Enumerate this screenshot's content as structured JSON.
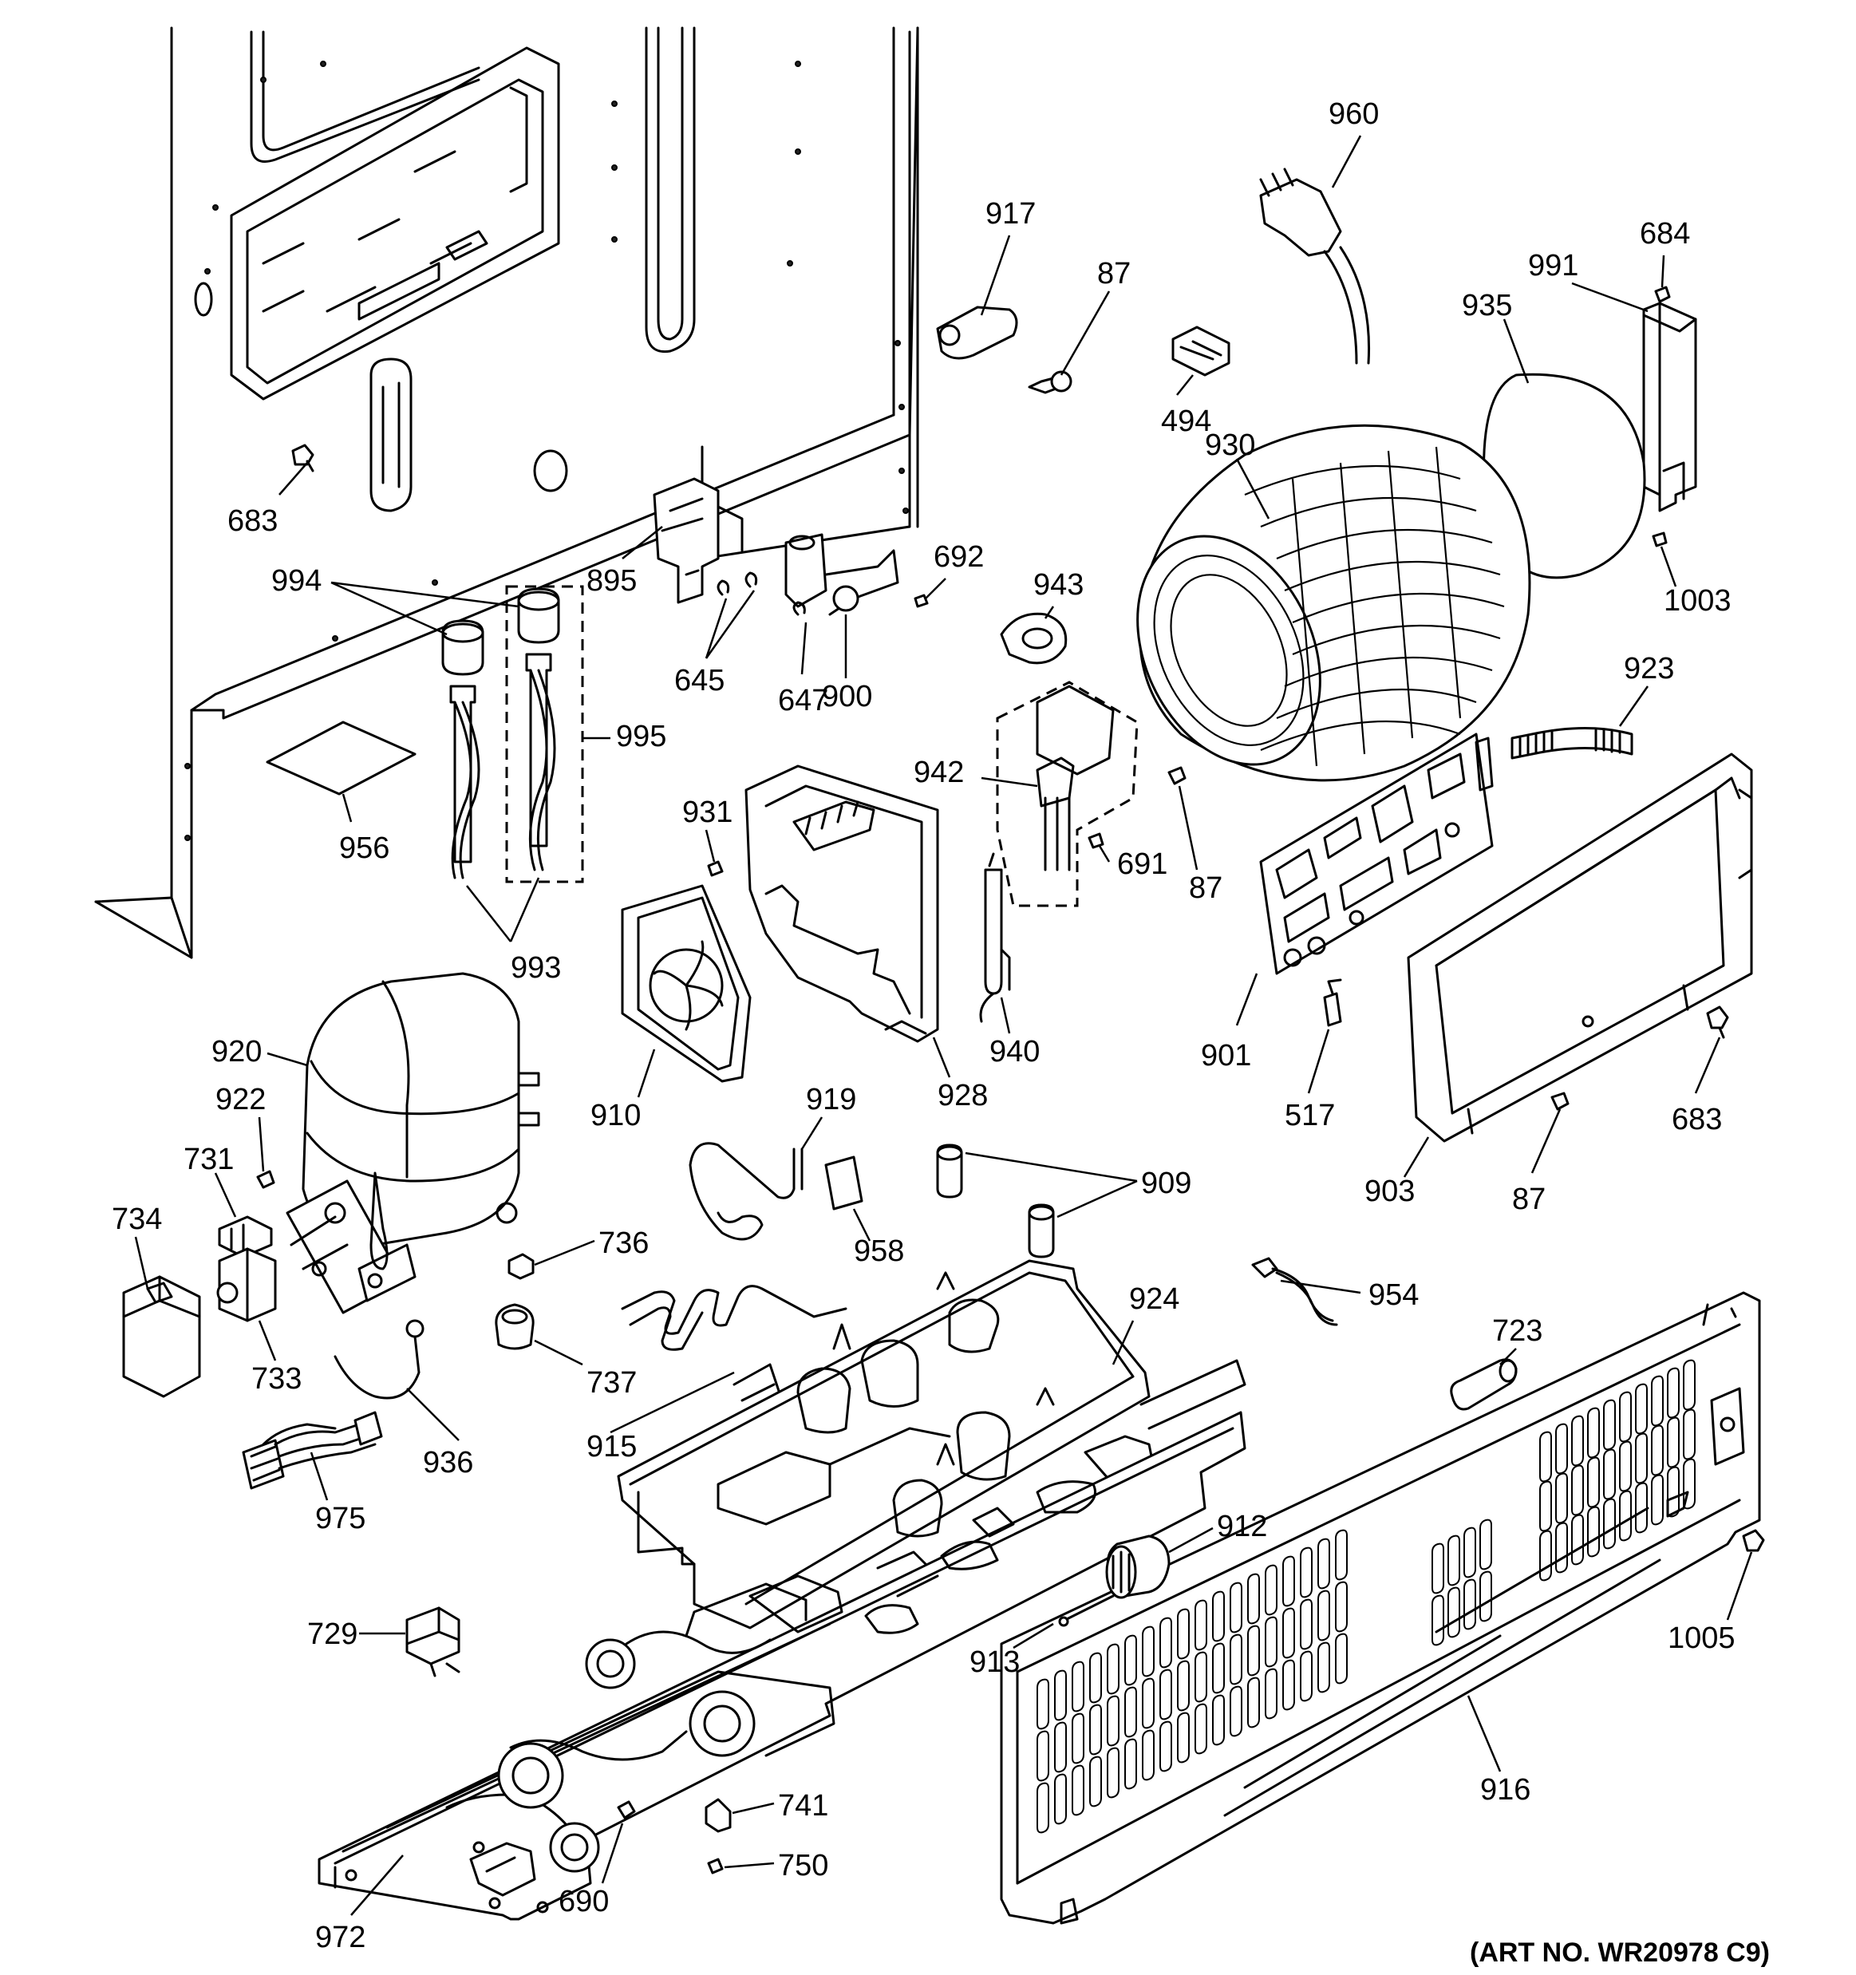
{
  "diagram": {
    "art_number": "(ART NO. WR20978 C9)",
    "callouts": {
      "c960": "960",
      "c917": "917",
      "c87a": "87",
      "c684": "684",
      "c991": "991",
      "c935": "935",
      "c494": "494",
      "c930": "930",
      "c683a": "683",
      "c895": "895",
      "c692": "692",
      "c943": "943",
      "c1003": "1003",
      "c994": "994",
      "c645": "645",
      "c647": "647",
      "c900": "900",
      "c995": "995",
      "c923": "923",
      "c942": "942",
      "c931": "931",
      "c956": "956",
      "c691": "691",
      "c87b": "87",
      "c993": "993",
      "c940": "940",
      "c901": "901",
      "c920": "920",
      "c910": "910",
      "c928": "928",
      "c517": "517",
      "c683b": "683",
      "c922": "922",
      "c919": "919",
      "c903": "903",
      "c87c": "87",
      "c731": "731",
      "c909": "909",
      "c734": "734",
      "c958": "958",
      "c736": "736",
      "c924": "924",
      "c954": "954",
      "c733": "733",
      "c723": "723",
      "c737": "737",
      "c915": "915",
      "c936": "936",
      "c975": "975",
      "c912": "912",
      "c1005": "1005",
      "c729": "729",
      "c913": "913",
      "c916": "916",
      "c741": "741",
      "c750": "750",
      "c972": "972",
      "c690": "690"
    }
  }
}
